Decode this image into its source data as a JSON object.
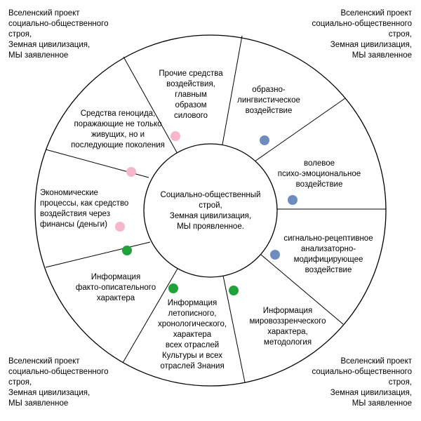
{
  "corner_text": "Вселенский проект\nсоциально-общественного\nстроя,\nЗемная цивилизация,\nМЫ заявленное",
  "center_text": "Социально-общественный\nстрой,\nЗемная цивилизация,\nМЫ проявленное.",
  "sectors": [
    {
      "text": "Прочие средства\nвоздействия,\nглавным\nобразом\nсилового",
      "marker_color": "#F8B6CC"
    },
    {
      "text": "образно-\nлингвистическое\nвоздействие",
      "marker_color": "#6E8DBF"
    },
    {
      "text": "волевое\nпсихо-эмоциональное\nвоздействие",
      "marker_color": "#6E8DBF"
    },
    {
      "text": "сигнально-рецептивное\nанализаторно-\nмодифицирующее\nвоздействие",
      "marker_color": "#6E8DBF"
    },
    {
      "text": "Информация\nмировоззренческого\nхарактера,\nметодология",
      "marker_color": "#1FA23A"
    },
    {
      "text": "Информация\nлетописного,\nхронологического,\nхарактера\nвсех отраслей\nКультуры и всех\nотраслей Знания",
      "marker_color": "#1FA23A"
    },
    {
      "text": "Информация\nфакто-описательного\nхарактера",
      "marker_color": "#1FA23A"
    },
    {
      "text": "Экономические\nпроцессы, как средство\nвоздействия через\nфинансы (деньги)",
      "marker_color": "#F8B6CC"
    },
    {
      "text": "Средства геноцида,\nпоражающие не только\nживущих, но и\nпоследующие поколения",
      "marker_color": "#F8B6CC"
    }
  ]
}
